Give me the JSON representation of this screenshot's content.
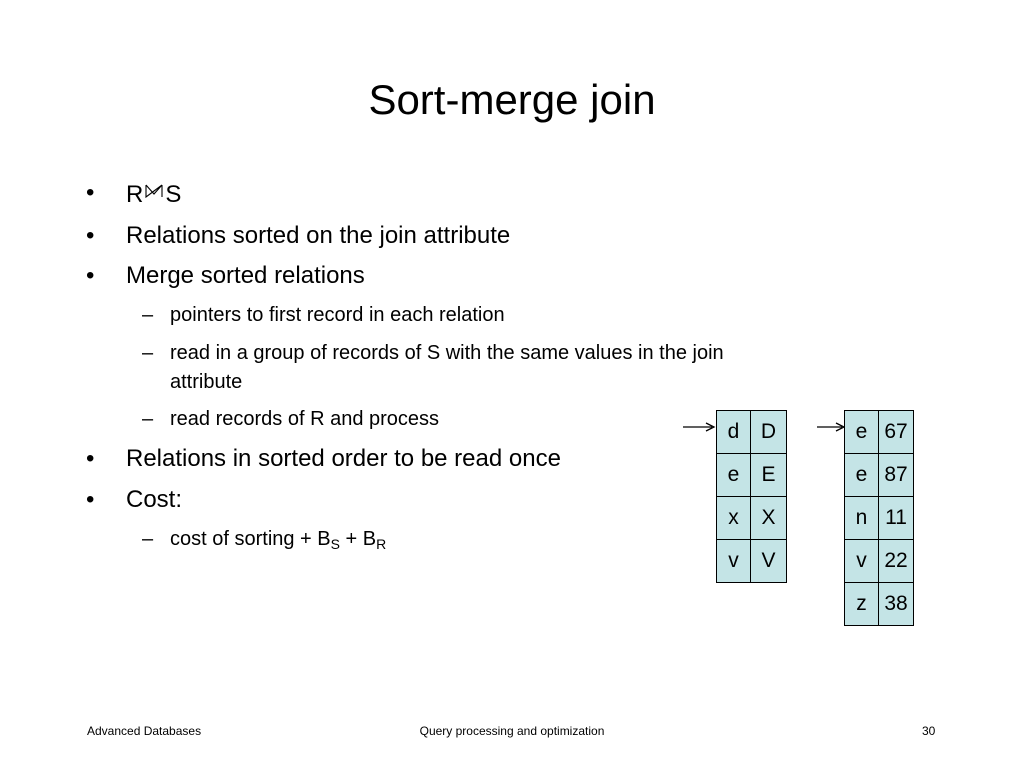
{
  "slide": {
    "title": "Sort-merge join"
  },
  "bullets": {
    "b1": {
      "marker": "•",
      "left": "R",
      "right": "S"
    },
    "b2": {
      "marker": "•",
      "text": "Relations sorted on the join attribute"
    },
    "b3": {
      "marker": "•",
      "text": "Merge sorted relations"
    },
    "b3_sub1": {
      "marker": "–",
      "text": "pointers to first record in each relation"
    },
    "b3_sub2": {
      "marker": "–",
      "line1": "read in a group of records of S with the same values in the join",
      "line2": "attribute"
    },
    "b3_sub3": {
      "marker": "–",
      "text": "read records of R and process"
    },
    "b4": {
      "marker": "•",
      "text": "Relations in sorted order to be read once"
    },
    "b5": {
      "marker": "•",
      "text": "Cost:"
    },
    "b5_sub1": {
      "marker": "–",
      "prefix": "cost of sorting + B",
      "sub_s": "S",
      "mid": " + B",
      "sub_r": "R"
    }
  },
  "relation_r": {
    "rows": [
      [
        "d",
        "D"
      ],
      [
        "e",
        "E"
      ],
      [
        "x",
        "X"
      ],
      [
        "v",
        "V"
      ]
    ]
  },
  "relation_s": {
    "rows": [
      [
        "e",
        "67"
      ],
      [
        "e",
        "87"
      ],
      [
        "n",
        "11"
      ],
      [
        "v",
        "22"
      ],
      [
        "z",
        "38"
      ]
    ]
  },
  "colors": {
    "cell_fill": "#c4e4e6",
    "border": "#000000"
  },
  "footer": {
    "left": "Advanced Databases",
    "center": "Query processing and optimization",
    "page": "30"
  }
}
